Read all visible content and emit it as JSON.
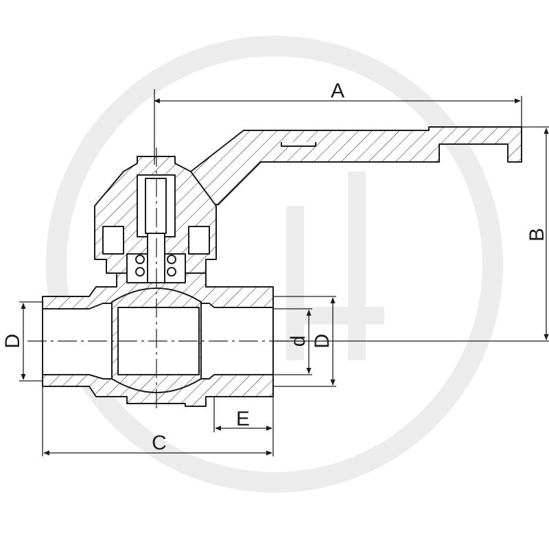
{
  "watermark": {
    "color": "#ececec"
  },
  "colors": {
    "line": "#1a1a1a",
    "background": "#ffffff"
  },
  "dimensions": {
    "A": "A",
    "B": "B",
    "C": "C",
    "D_left": "D",
    "d": "d",
    "D_right": "D",
    "E": "E"
  }
}
